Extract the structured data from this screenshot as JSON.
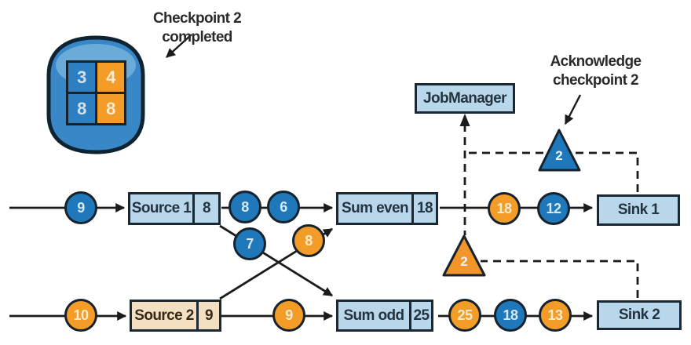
{
  "annotations": {
    "checkpoint_note": "Checkpoint 2 completed",
    "ack_line1": "Acknowledge",
    "ack_line2": "checkpoint 2"
  },
  "job_manager": {
    "label": "JobManager"
  },
  "checkpoint_store": {
    "cells": [
      {
        "value": "3",
        "color": "blue"
      },
      {
        "value": "4",
        "color": "orange"
      },
      {
        "value": "8",
        "color": "blue"
      },
      {
        "value": "8",
        "color": "orange"
      }
    ]
  },
  "nodes": {
    "source1": {
      "label": "Source 1",
      "state": "8"
    },
    "source2": {
      "label": "Source 2",
      "state": "9"
    },
    "sum_even": {
      "label": "Sum even",
      "state": "18"
    },
    "sum_odd": {
      "label": "Sum odd",
      "state": "25"
    },
    "sink1": {
      "label": "Sink 1"
    },
    "sink2": {
      "label": "Sink 2"
    }
  },
  "barriers": [
    {
      "value": "2",
      "color": "blue"
    },
    {
      "value": "2",
      "color": "orange"
    }
  ],
  "tokens": [
    {
      "value": "9",
      "color": "blue"
    },
    {
      "value": "8",
      "color": "blue"
    },
    {
      "value": "6",
      "color": "blue"
    },
    {
      "value": "7",
      "color": "blue"
    },
    {
      "value": "8",
      "color": "orange"
    },
    {
      "value": "18",
      "color": "orange"
    },
    {
      "value": "12",
      "color": "blue"
    },
    {
      "value": "10",
      "color": "orange"
    },
    {
      "value": "9",
      "color": "orange"
    },
    {
      "value": "25",
      "color": "orange"
    },
    {
      "value": "18",
      "color": "blue"
    },
    {
      "value": "13",
      "color": "orange"
    }
  ],
  "colors": {
    "stream_blue": "#1e78b9",
    "stream_orange": "#f49c28",
    "node_fill": "#b9d7ea",
    "source2_fill": "#f3dfc1",
    "line": "#1b1b1b"
  }
}
